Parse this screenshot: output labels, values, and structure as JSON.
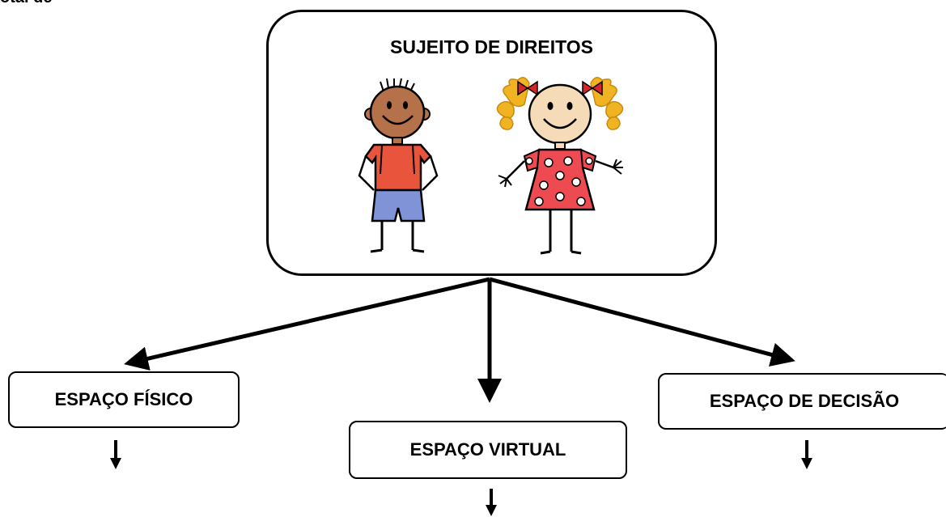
{
  "top_fragment": "otal de",
  "central": {
    "title": "SUJEITO DE DIREITOS"
  },
  "spaces": {
    "fisico": "ESPAÇO FÍSICO",
    "virtual": "ESPAÇO VIRTUAL",
    "decisao": "ESPAÇO DE DECISÃO"
  },
  "colors": {
    "outline": "#000000",
    "boy_skin": "#b5714a",
    "boy_shirt": "#e8553c",
    "boy_shorts": "#7f93d6",
    "girl_skin": "#f5dbb7",
    "girl_hair": "#f0b322",
    "girl_dress": "#ee4a52",
    "girl_bow": "#d8242a"
  },
  "icons": [
    "boy-drawing",
    "girl-drawing",
    "arrow-down-icon"
  ]
}
